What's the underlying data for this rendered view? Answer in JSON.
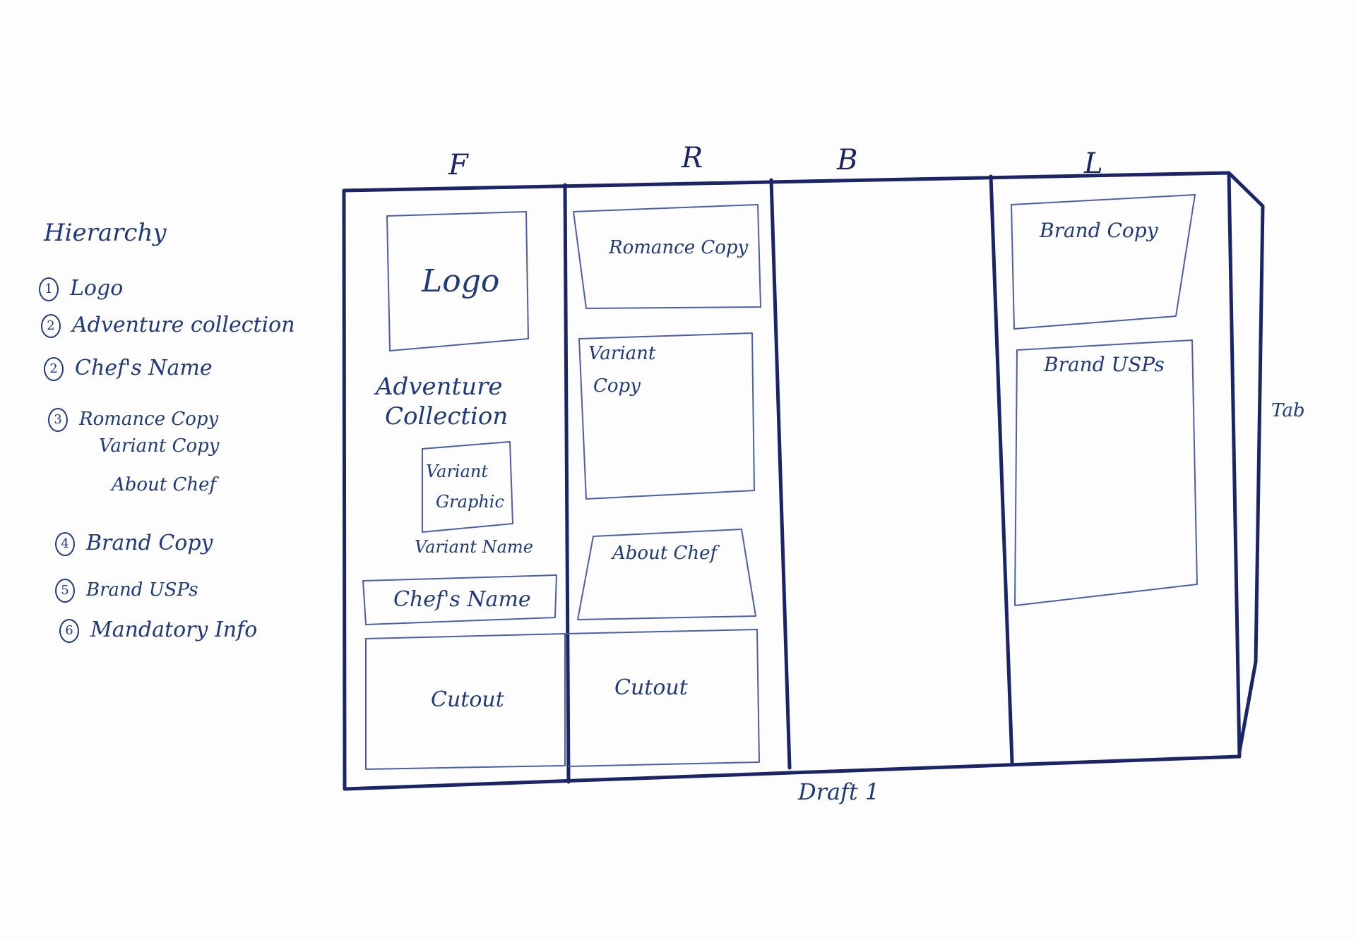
{
  "panel_letters": {
    "front": "F",
    "right": "R",
    "back": "B",
    "left": "L"
  },
  "hierarchy": {
    "title": "Hierarchy",
    "items": [
      {
        "num": "1",
        "text": "Logo"
      },
      {
        "num": "2",
        "text": "Adventure collection"
      },
      {
        "num": "2",
        "text": "Chef's Name"
      },
      {
        "num": "3",
        "text": "Romance Copy"
      },
      {
        "num": "",
        "text": "Variant Copy"
      },
      {
        "num": "",
        "text": "About Chef"
      },
      {
        "num": "4",
        "text": "Brand Copy"
      },
      {
        "num": "5",
        "text": "Brand USPs"
      },
      {
        "num": "6",
        "text": "Mandatory Info"
      }
    ]
  },
  "front_panel": {
    "logo": "Logo",
    "collection_line1": "Adventure",
    "collection_line2": "Collection",
    "variant_graphic_line1": "Variant",
    "variant_graphic_line2": "Graphic",
    "variant_name": "Variant Name",
    "chefs_name": "Chef's Name",
    "cutout": "Cutout"
  },
  "right_panel": {
    "romance_copy": "Romance Copy",
    "variant_copy_line1": "Variant",
    "variant_copy_line2": "Copy",
    "about_chef": "About Chef",
    "cutout": "Cutout"
  },
  "left_panel": {
    "brand_copy": "Brand Copy",
    "brand_usps": "Brand USPs"
  },
  "tab_label": "Tab",
  "caption": "Draft 1",
  "colors": {
    "ink_dark": "#1a2466",
    "ink_light": "#4a5fa8",
    "paper": "#fdfdfd"
  }
}
